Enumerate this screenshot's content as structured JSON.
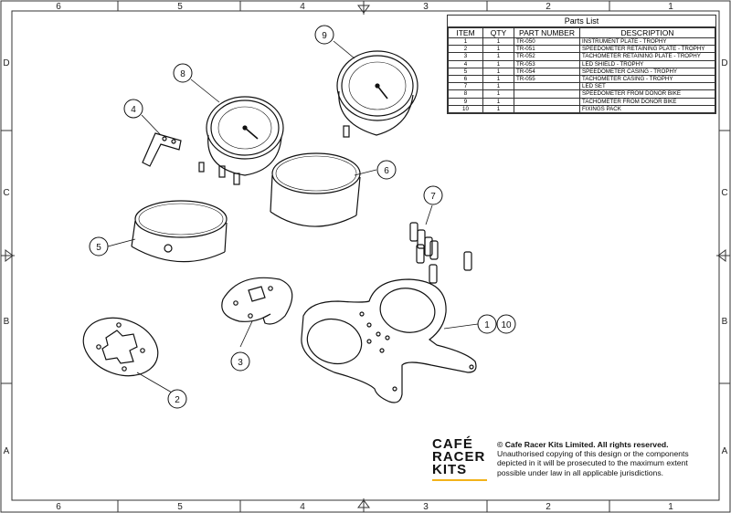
{
  "border": {
    "top_numbers": [
      "6",
      "5",
      "4",
      "3",
      "2",
      "1"
    ],
    "bottom_numbers": [
      "6",
      "5",
      "4",
      "3",
      "2",
      "1"
    ],
    "side_letters": [
      "D",
      "C",
      "B",
      "A"
    ]
  },
  "parts_list": {
    "title": "Parts List",
    "headers": [
      "ITEM",
      "QTY",
      "PART NUMBER",
      "DESCRIPTION"
    ],
    "rows": [
      [
        "1",
        "1",
        "TR-050",
        "INSTRUMENT PLATE - TROPHY"
      ],
      [
        "2",
        "1",
        "TR-051",
        "SPEEDOMETER RETAINING PLATE - TROPHY"
      ],
      [
        "3",
        "1",
        "TR-052",
        "TACHOMETER RETAINING PLATE - TROPHY"
      ],
      [
        "4",
        "1",
        "TR-053",
        "LED SHIELD - TROPHY"
      ],
      [
        "5",
        "1",
        "TR-054",
        "SPEEDOMETER CASING - TROPHY"
      ],
      [
        "6",
        "1",
        "TR-055",
        "TACHOMETER CASING - TROPHY"
      ],
      [
        "7",
        "1",
        "",
        "LED SET"
      ],
      [
        "8",
        "1",
        "",
        "SPEEDOMETER FROM DONOR BIKE"
      ],
      [
        "9",
        "1",
        "",
        "TACHOMETER FROM DONOR BIKE"
      ],
      [
        "10",
        "1",
        "",
        "FIXINGS PACK"
      ]
    ]
  },
  "balloons": {
    "b1": "1",
    "b2": "2",
    "b3": "3",
    "b4": "4",
    "b5": "5",
    "b6": "6",
    "b7": "7",
    "b8": "8",
    "b9": "9",
    "b10": "10"
  },
  "logo": {
    "line1": "CAFÉ",
    "line2": "RACER",
    "line3": "KITS",
    "accent_color": "#f2b21a"
  },
  "copyright": {
    "line1": "© Cafe Racer Kits Limited. All rights reserved.",
    "line2": "Unauthorised copying of this design or the components depicted in it will be prosecuted to the maximum extent possible under law in all applicable jurisdictions."
  }
}
